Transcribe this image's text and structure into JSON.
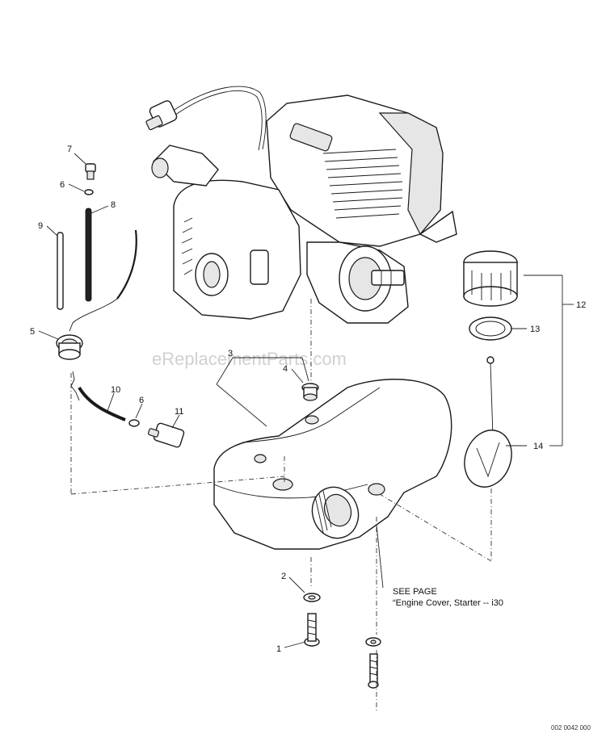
{
  "callouts": {
    "c1": "1",
    "c2": "2",
    "c3": "3",
    "c4": "4",
    "c5": "5",
    "c6a": "6",
    "c6b": "6",
    "c7": "7",
    "c8": "8",
    "c9": "9",
    "c10": "10",
    "c11": "11",
    "c12": "12",
    "c13": "13",
    "c14": "14"
  },
  "note": {
    "line1": "SEE PAGE",
    "line2": "“Engine Cover, Starter -- i30"
  },
  "watermark": "eReplacementParts.com",
  "diagram_code": "002 0042 000"
}
